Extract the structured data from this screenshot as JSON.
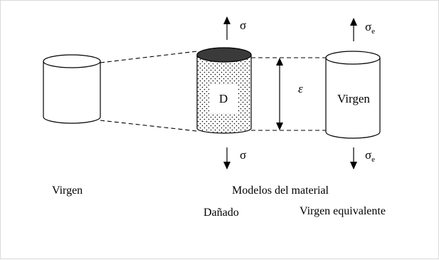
{
  "labels": {
    "virgen_left": "Virgen",
    "modelos": "Modelos del material",
    "danado": "Dañado",
    "virgen_equivalente": "Virgen equivalente",
    "inner_damaged": "D",
    "inner_virgin": "Virgen",
    "strain": "ε",
    "sigma": "σ",
    "sigma_e_base": "σ",
    "sigma_e_sub": "e"
  },
  "colors": {
    "stroke": "#000000",
    "damaged_top": "#3a3a3a",
    "frame": "#d9d9d9"
  }
}
